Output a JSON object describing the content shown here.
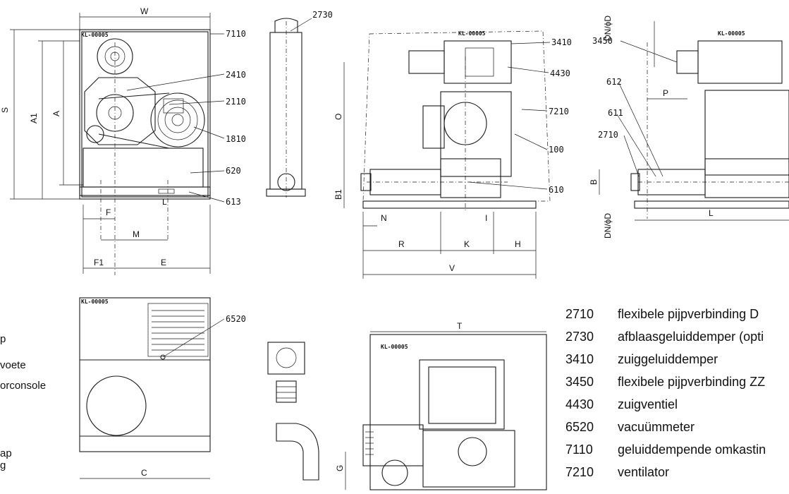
{
  "model_tag": "KL-00005",
  "front_view": {
    "dims": {
      "W": "W",
      "S": "S",
      "A1": "A1",
      "A": "A",
      "F": "F",
      "M": "M",
      "F1": "F1",
      "E": "E",
      "L": "L"
    },
    "callouts": [
      "7110",
      "2410",
      "2110",
      "1810",
      "620",
      "613"
    ]
  },
  "silencer_view": {
    "callouts": [
      "2730"
    ]
  },
  "side_view": {
    "dims": {
      "O": "O",
      "B1": "B1",
      "N": "N",
      "R": "R",
      "K": "K",
      "I": "I",
      "H": "H",
      "V": "V"
    },
    "callouts": [
      "3410",
      "4430",
      "7210",
      "100",
      "610"
    ]
  },
  "right_view": {
    "dims": {
      "DN_top": "DN/ϕD",
      "P": "P",
      "B": "B",
      "DN_bottom": "DN/ϕD",
      "L": "L"
    },
    "callouts": [
      "3450",
      "612",
      "611",
      "2710"
    ]
  },
  "rear_view": {
    "dims": {
      "C": "C"
    },
    "callouts": [
      "6520"
    ]
  },
  "top_view": {
    "dims": {
      "T": "T",
      "G": "G"
    }
  },
  "left_legend_fragments": [
    "p",
    "voete",
    "orconsole",
    "ap",
    "g"
  ],
  "legend": [
    {
      "code": "2710",
      "text": "flexibele pijpverbinding  D"
    },
    {
      "code": "2730",
      "text": "afblaasgeluiddemper (opti"
    },
    {
      "code": "3410",
      "text": "zuiggeluiddemper"
    },
    {
      "code": "3450",
      "text": "flexibele pijpverbinding ZZ"
    },
    {
      "code": "4430",
      "text": "zuigventiel"
    },
    {
      "code": "6520",
      "text": "vacuümmeter"
    },
    {
      "code": "7110",
      "text": "geluiddempende omkastin"
    },
    {
      "code": "7210",
      "text": "ventilator"
    }
  ]
}
